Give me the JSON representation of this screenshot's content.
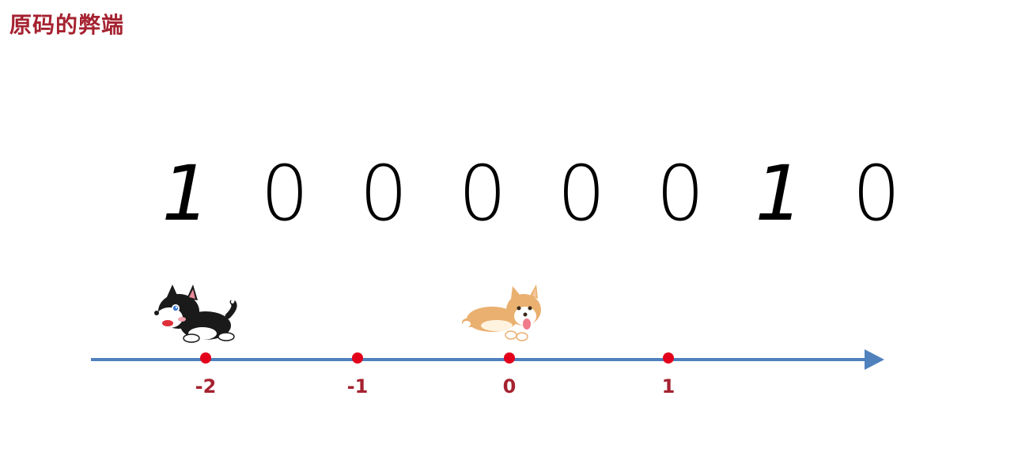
{
  "title": "原码的弊端",
  "binary_digits": [
    "1",
    "0",
    "0",
    "0",
    "0",
    "0",
    "1",
    "0"
  ],
  "number_line": {
    "ticks": [
      {
        "value": -2,
        "label": "-2"
      },
      {
        "value": -1,
        "label": "-1"
      },
      {
        "value": 0,
        "label": "0"
      },
      {
        "value": 1,
        "label": "1"
      }
    ],
    "axis_color": "#4f81bd",
    "point_color": "#e3001b"
  },
  "characters": [
    {
      "name": "black-dog",
      "near_value": -2
    },
    {
      "name": "corgi",
      "near_value": 0
    }
  ]
}
